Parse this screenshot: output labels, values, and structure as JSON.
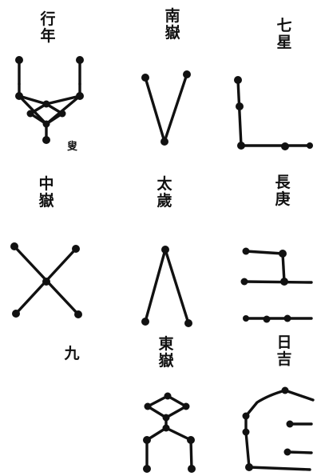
{
  "diagrams": [
    {
      "id": "d1",
      "label": [
        "行",
        "年"
      ]
    },
    {
      "id": "d2",
      "label": [
        "南",
        "嶽"
      ]
    },
    {
      "id": "d3",
      "label": [
        "七",
        "星"
      ]
    },
    {
      "id": "d4",
      "label": [
        "中",
        "嶽"
      ]
    },
    {
      "id": "d5",
      "label": [
        "太",
        "歲"
      ]
    },
    {
      "id": "d6",
      "label": [
        "長",
        "庚"
      ]
    },
    {
      "id": "d7",
      "label": [
        "九"
      ]
    },
    {
      "id": "d8",
      "label": [
        "東",
        "嶽"
      ]
    },
    {
      "id": "d9",
      "label": [
        "日",
        "吉"
      ]
    }
  ],
  "notes": [
    "叟"
  ],
  "colors": {
    "ink": "#111111",
    "paper": "#ffffff"
  }
}
